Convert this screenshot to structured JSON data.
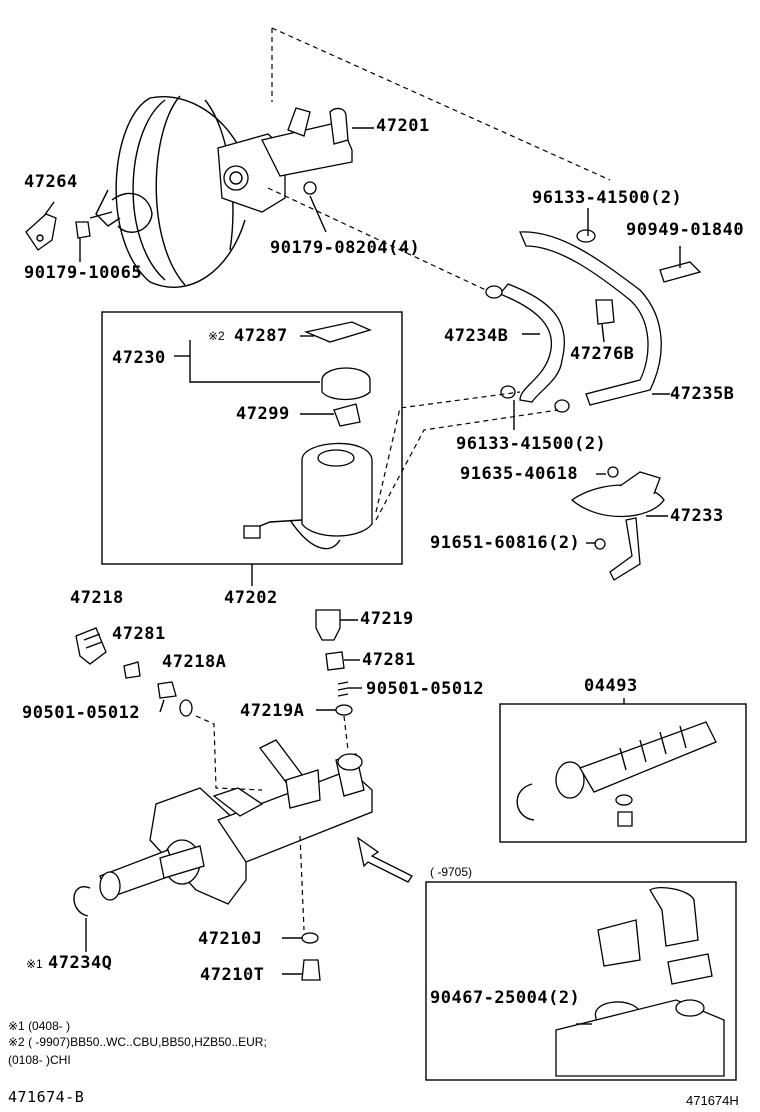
{
  "labels": {
    "p47201": "47201",
    "p47264": "47264",
    "p90179_10065": "90179-10065",
    "p90179_08204": "90179-08204(4)",
    "p96133_top": "96133-41500(2)",
    "p90949": "90949-01840",
    "p47287": "47287",
    "p47287_mark": "※2",
    "p47230": "47230",
    "p47299": "47299",
    "p47234B": "47234B",
    "p47276B": "47276B",
    "p47235B": "47235B",
    "p96133_mid": "96133-41500(2)",
    "p91635": "91635-40618",
    "p47233": "47233",
    "p91651": "91651-60816(2)",
    "p47202": "47202",
    "p47218": "47218",
    "p47281_left": "47281",
    "p47218A": "47218A",
    "p90501_left": "90501-05012",
    "p47219": "47219",
    "p47281_right": "47281",
    "p90501_right": "90501-05012",
    "p47219A": "47219A",
    "p04493": "04493",
    "p9705": "(      -9705)",
    "p90467": "90467-25004(2)",
    "p47210J": "47210J",
    "p47210T": "47210T",
    "p47234Q": "47234Q",
    "p47234Q_mark": "※1"
  },
  "notes": {
    "line1": "※1 (0408-        )",
    "line2": "※2 (      -9907)BB50..WC..CBU,BB50,HZB50..EUR;",
    "line3": "(0108-        )CHI"
  },
  "footer": {
    "left_code": "471674-B",
    "right_code": "471674H"
  }
}
